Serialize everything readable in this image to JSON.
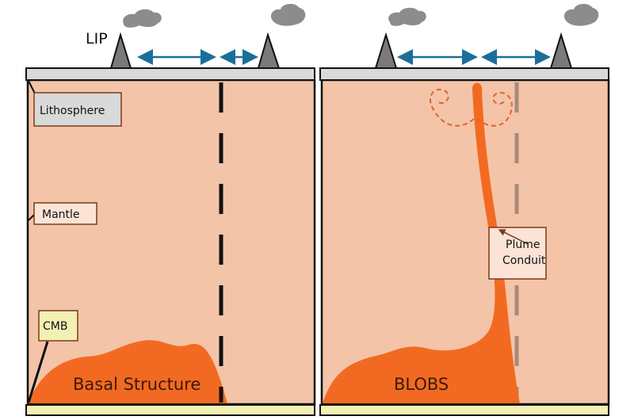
{
  "labels": {
    "lip": "LIP",
    "lithosphere": "Lithosphere",
    "mantle": "Mantle",
    "cmb": "CMB",
    "basal_structure": "Basal Structure",
    "blobs": "BLOBS",
    "plume_line1": "Plume",
    "plume_line2": "Conduit"
  },
  "colors": {
    "mantle": "#f4c4a8",
    "hot_material": "#f26a21",
    "lithosphere": "#d9d9d9",
    "core": "#f3f0b4",
    "arrow": "#1a6f9a",
    "volcano": "#7a7a7a",
    "cloud": "#8c8c8c"
  }
}
